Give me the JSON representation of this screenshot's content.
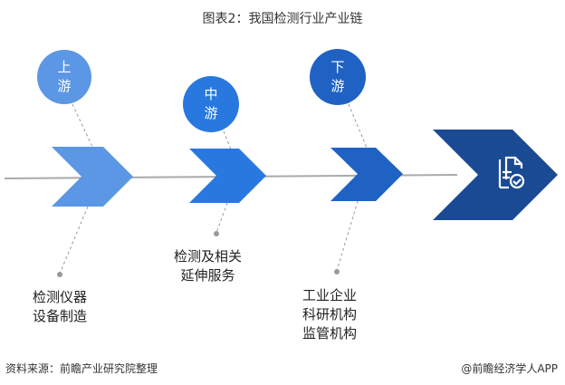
{
  "title": "图表2：我国检测行业产业链",
  "stages": [
    {
      "label_line1": "上",
      "label_line2": "游",
      "desc": [
        "检测仪器",
        "设备制造"
      ],
      "color": "#5b97e4"
    },
    {
      "label_line1": "中",
      "label_line2": "游",
      "desc": [
        "检测及相关",
        "延伸服务"
      ],
      "color": "#2878e0"
    },
    {
      "label_line1": "下",
      "label_line2": "游",
      "desc": [
        "工业企业",
        "科研机构",
        "监管机构"
      ],
      "color": "#1f62c4"
    }
  ],
  "final_color": "#1a4a94",
  "final_icon": "document-check-icon",
  "footer": {
    "source": "资料来源：前瞻产业研究院整理",
    "brand": "@前瞻经济学人APP"
  }
}
